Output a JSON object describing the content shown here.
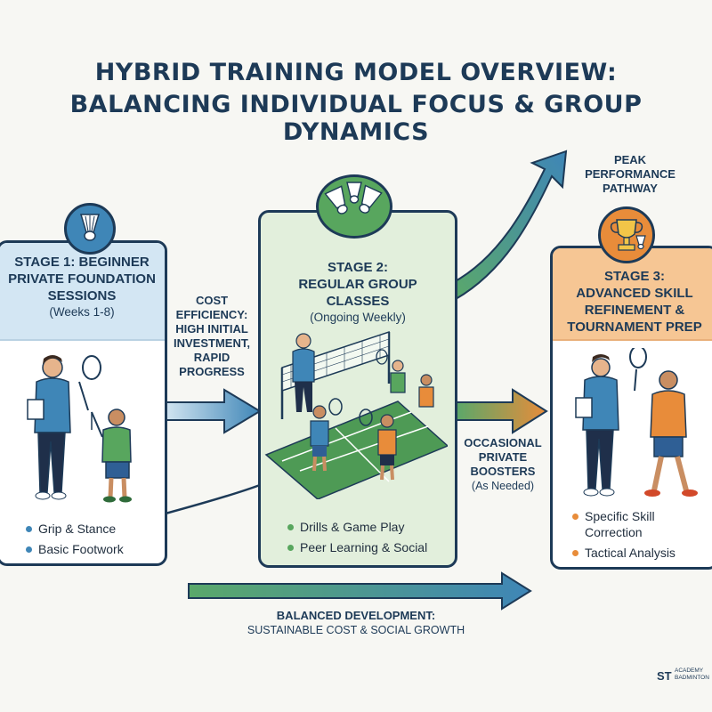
{
  "title": {
    "line1": "HYBRID TRAINING MODEL OVERVIEW:",
    "line2": "BALANCING INDIVIDUAL FOCUS & GROUP DYNAMICS"
  },
  "colors": {
    "navy": "#1d3a57",
    "stage1_head": "#d3e6f3",
    "stage2_bg": "#e2efdc",
    "stage3_head": "#f6c694",
    "court_green": "#4e9a55",
    "accent_blue": "#3f86b7",
    "accent_green": "#58a65e",
    "accent_orange": "#e88c3a"
  },
  "stage1": {
    "line1": "STAGE 1: BEGINNER",
    "line2": "PRIVATE FOUNDATION",
    "line3": "SESSIONS",
    "sub": "(Weeks 1-8)",
    "badge_icon": "shuttlecock-icon",
    "bullets": [
      "Grip & Stance",
      "Basic Footwork"
    ]
  },
  "stage2": {
    "line1": "STAGE 2:",
    "line2": "REGULAR GROUP",
    "line3": "CLASSES",
    "sub": "(Ongoing Weekly)",
    "badge_icon": "shuttlecocks-icon",
    "bullets": [
      "Drills & Game Play",
      "Peer Learning & Social"
    ]
  },
  "stage3": {
    "line1": "STAGE 3:",
    "line2": "ADVANCED SKILL",
    "line3": "REFINEMENT &",
    "line4": "TOURNAMENT PREP",
    "badge_icon": "trophy-icon",
    "bullets": [
      "Specific Skill Correction",
      "Tactical Analysis"
    ]
  },
  "cost_label": {
    "line1": "COST",
    "line2": "EFFICIENCY:",
    "line3": "HIGH INITIAL",
    "line4": "INVESTMENT,",
    "line5": "RAPID",
    "line6": "PROGRESS"
  },
  "peak_label": {
    "line1": "PEAK",
    "line2": "PERFORMANCE",
    "line3": "PATHWAY"
  },
  "boosters_label": {
    "line1": "OCCASIONAL",
    "line2": "PRIVATE",
    "line3": "BOOSTERS",
    "sub": "(As Needed)"
  },
  "bottom_label": {
    "bold": "BALANCED DEVELOPMENT:",
    "normal": "SUSTAINABLE COST & SOCIAL GROWTH"
  },
  "logo": {
    "mark": "ST",
    "line1": "ACADEMY",
    "line2": "BADMINTON"
  }
}
